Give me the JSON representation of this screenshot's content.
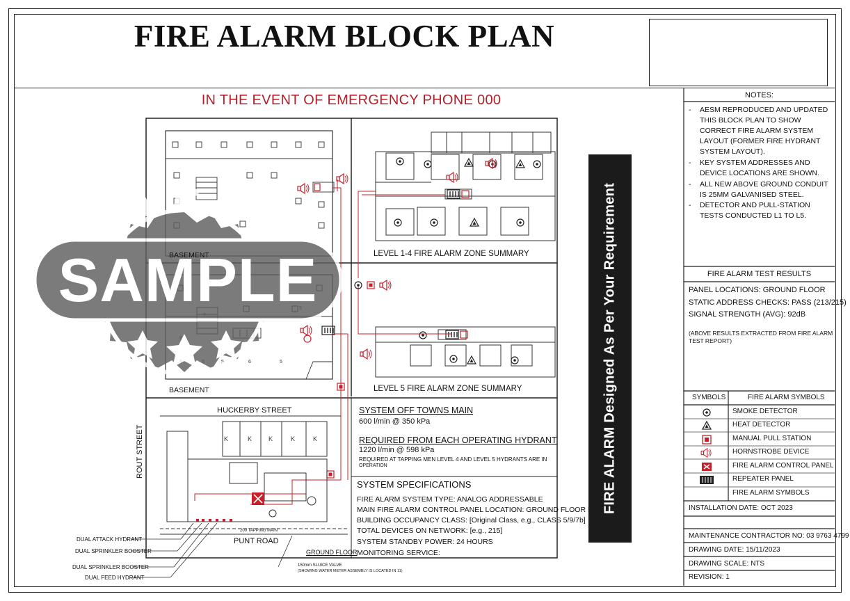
{
  "title": "FIRE ALARM BLOCK PLAN",
  "emergency": "IN THE EVENT OF EMERGENCY PHONE 000",
  "banner": "FIRE ALARM Designed As Per Your Requirement",
  "watermark": "SAMPLE",
  "floor_labels": {
    "basement_top": "BASEMENT",
    "basement_mid": "BASEMENT",
    "level14": "LEVEL 1-4 FIRE ALARM ZONE SUMMARY",
    "level5": "LEVEL 5 FIRE ALARM ZONE SUMMARY",
    "ground": "GROUND FLOOR"
  },
  "site": {
    "hucker": "HUCKERBY STREET",
    "punt": "PUNT ROAD",
    "rout": "ROUT STREET",
    "main_note": "200 TAPPING MAIN",
    "callouts": [
      "DUAL ATTACK HYDRANT",
      "DUAL SPRINKLER BOOSTER",
      "DUAL SPRINKLER BOOSTER",
      "DUAL FEED HYDRANT"
    ],
    "valve_note_1": "150mm SLUICE VALVE",
    "valve_note_2": "(SHOWING WATER METER ASSEMBLY IS LOCATED IN 11)"
  },
  "supply": {
    "h1": "SYSTEM OFF TOWNS MAIN",
    "t1": "600 l/min @ 350 kPa",
    "h2": "REQUIRED FROM EACH OPERATING HYDRANT",
    "t2": "1220 l/min @ 598 kPa",
    "s1": "REQUIRED AT TAPPING MEN LEVEL 4 AND LEVEL 5 HYDRANTS ARE IN",
    "s2": "OPERATION"
  },
  "specs": {
    "heading": "SYSTEM SPECIFICATIONS",
    "lines": [
      "FIRE ALARM SYSTEM TYPE: ANALOG ADDRESSABLE",
      "MAIN FIRE ALARM CONTROL PANEL LOCATION: GROUND FLOOR LOBBY",
      "BUILDING OCCUPANCY CLASS: [Original Class, e.g., CLASS 5/9/7b]",
      "TOTAL DEVICES ON NETWORK: [e.g., 215]",
      "SYSTEM STANDBY POWER: 24 HOURS",
      "MONITORING SERVICE:"
    ]
  },
  "notes": {
    "heading": "NOTES:",
    "items": [
      "AESM REPRODUCED AND UPDATED THIS BLOCK PLAN TO SHOW CORRECT FIRE ALARM SYSTEM LAYOUT (FORMER FIRE HYDRANT SYSTEM LAYOUT).",
      "KEY SYSTEM ADDRESSES AND DEVICE LOCATIONS ARE SHOWN.",
      "ALL NEW ABOVE GROUND CONDUIT IS 25MM GALVANISED STEEL.",
      "DETECTOR AND PULL-STATION TESTS CONDUCTED L1 TO L5."
    ]
  },
  "results": {
    "heading": "FIRE ALARM TEST RESULTS",
    "panel": "PANEL LOCATIONS: GROUND FLOOR",
    "address": "STATIC ADDRESS CHECKS: PASS (213/215)",
    "signal": "SIGNAL STRENGTH (AVG): 92dB",
    "note1": "(ABOVE RESULTS EXTRACTED FROM FIRE ALARM",
    "note2": "TEST REPORT)"
  },
  "symbols": {
    "col1": "SYMBOLS",
    "col2": "FIRE ALARM SYMBOLS",
    "rows": [
      {
        "icon": "smoke-detector-icon",
        "label": "SMOKE DETECTOR"
      },
      {
        "icon": "heat-detector-icon",
        "label": "HEAT DETECTOR"
      },
      {
        "icon": "manual-pull-station-icon",
        "label": "MANUAL PULL STATION"
      },
      {
        "icon": "hornstrobe-icon",
        "label": "HORNSTROBE DEVICE"
      },
      {
        "icon": "control-panel-icon",
        "label": "FIRE ALARM CONTROL PANEL"
      },
      {
        "icon": "repeater-panel-icon",
        "label": "REPEATER PANEL"
      },
      {
        "icon": "",
        "label": "FIRE ALARM SYMBOLS"
      }
    ]
  },
  "info": {
    "install": "INSTALLATION DATE: OCT 2023",
    "contractor": "MAINTENANCE CONTRACTOR NO: 03 9763 4799",
    "date": "DRAWING DATE: 15/11/2023",
    "scale": "DRAWING SCALE: NTS",
    "revision": "REVISION: 1"
  },
  "colors": {
    "accent_red": "#c8202b",
    "banner_bg": "#1b1b1b",
    "stamp_grey": "#5f5f5f"
  }
}
